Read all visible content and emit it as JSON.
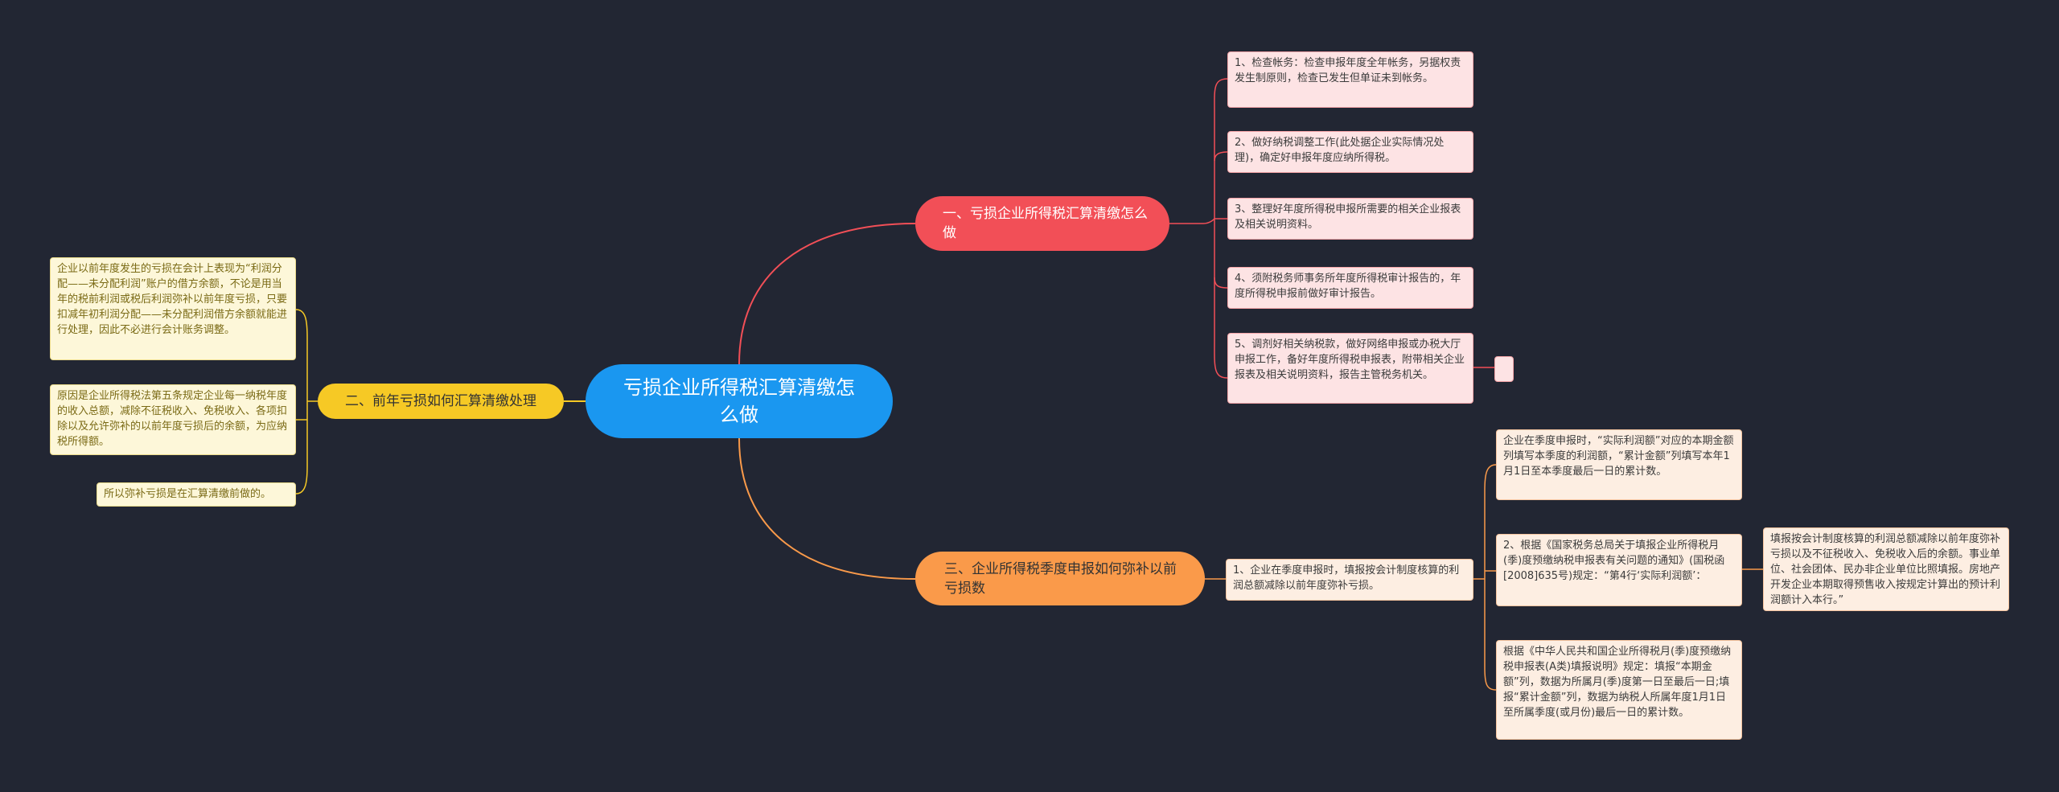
{
  "colors": {
    "background": "#222633",
    "root": "#1a97f0",
    "branch_red": "#f24f57",
    "branch_yellow": "#f6c925",
    "branch_orange": "#fa9a4a",
    "link_red": "#f24f57",
    "link_yellow": "#f6c925",
    "link_orange": "#fa9a4a"
  },
  "root": {
    "label": "亏损企业所得税汇算清缴怎么做"
  },
  "branch1": {
    "label": "一、亏损企业所得税汇算清缴怎么做",
    "items": [
      "1、检查帐务：检查申报年度全年帐务，另据权责发生制原则，检查已发生但单证未到帐务。",
      "2、做好纳税调整工作(此处据企业实际情况处理)，确定好申报年度应纳所得税。",
      "3、整理好年度所得税申报所需要的相关企业报表及相关说明资料。",
      "4、须附税务师事务所年度所得税审计报告的，年度所得税申报前做好审计报告。",
      "5、调剂好相关纳税款，做好网络申报或办税大厅申报工作，备好年度所得税申报表，附带相关企业报表及相关说明资料，报告主管税务机关。"
    ],
    "item5_child": ""
  },
  "branch2": {
    "label": "二、前年亏损如何汇算清缴处理",
    "items": [
      "企业以前年度发生的亏损在会计上表现为“利润分配——未分配利润”账户的借方余额，不论是用当年的税前利润或税后利润弥补以前年度亏损，只要扣减年初利润分配——未分配利润借方余额就能进行处理，因此不必进行会计账务调整。",
      "原因是企业所得税法第五条规定企业每一纳税年度的收入总额，减除不征税收入、免税收入、各项扣除以及允许弥补的以前年度亏损后的余额，为应纳税所得额。",
      "所以弥补亏损是在汇算清缴前做的。"
    ]
  },
  "branch3": {
    "label": "三、企业所得税季度申报如何弥补以前亏损数",
    "item": "1、企业在季度申报时，填报按会计制度核算的利润总额减除以前年度弥补亏损。",
    "sub_items": [
      "企业在季度申报时，“实际利润额”对应的本期金额列填写本季度的利润额，“累计金额”列填写本年1月1日至本季度最后一日的累计数。",
      "2、根据《国家税务总局关于填报企业所得税月(季)度预缴纳税申报表有关问题的通知》(国税函[2008]635号)规定：“第4行‘实际利润额’：",
      "根据《中华人民共和国企业所得税月(季)度预缴纳税申报表(A类)填报说明》规定：填报“本期金额”列，数据为所属月(季)度第一日至最后一日;填报“累计金额”列，数据为纳税人所属年度1月1日至所属季度(或月份)最后一日的累计数。"
    ],
    "sub2_child": "填报按会计制度核算的利润总额减除以前年度弥补亏损以及不征税收入、免税收入后的余额。事业单位、社会团体、民办非企业单位比照填报。房地产开发企业本期取得预售收入按规定计算出的预计利润额计入本行。”"
  }
}
